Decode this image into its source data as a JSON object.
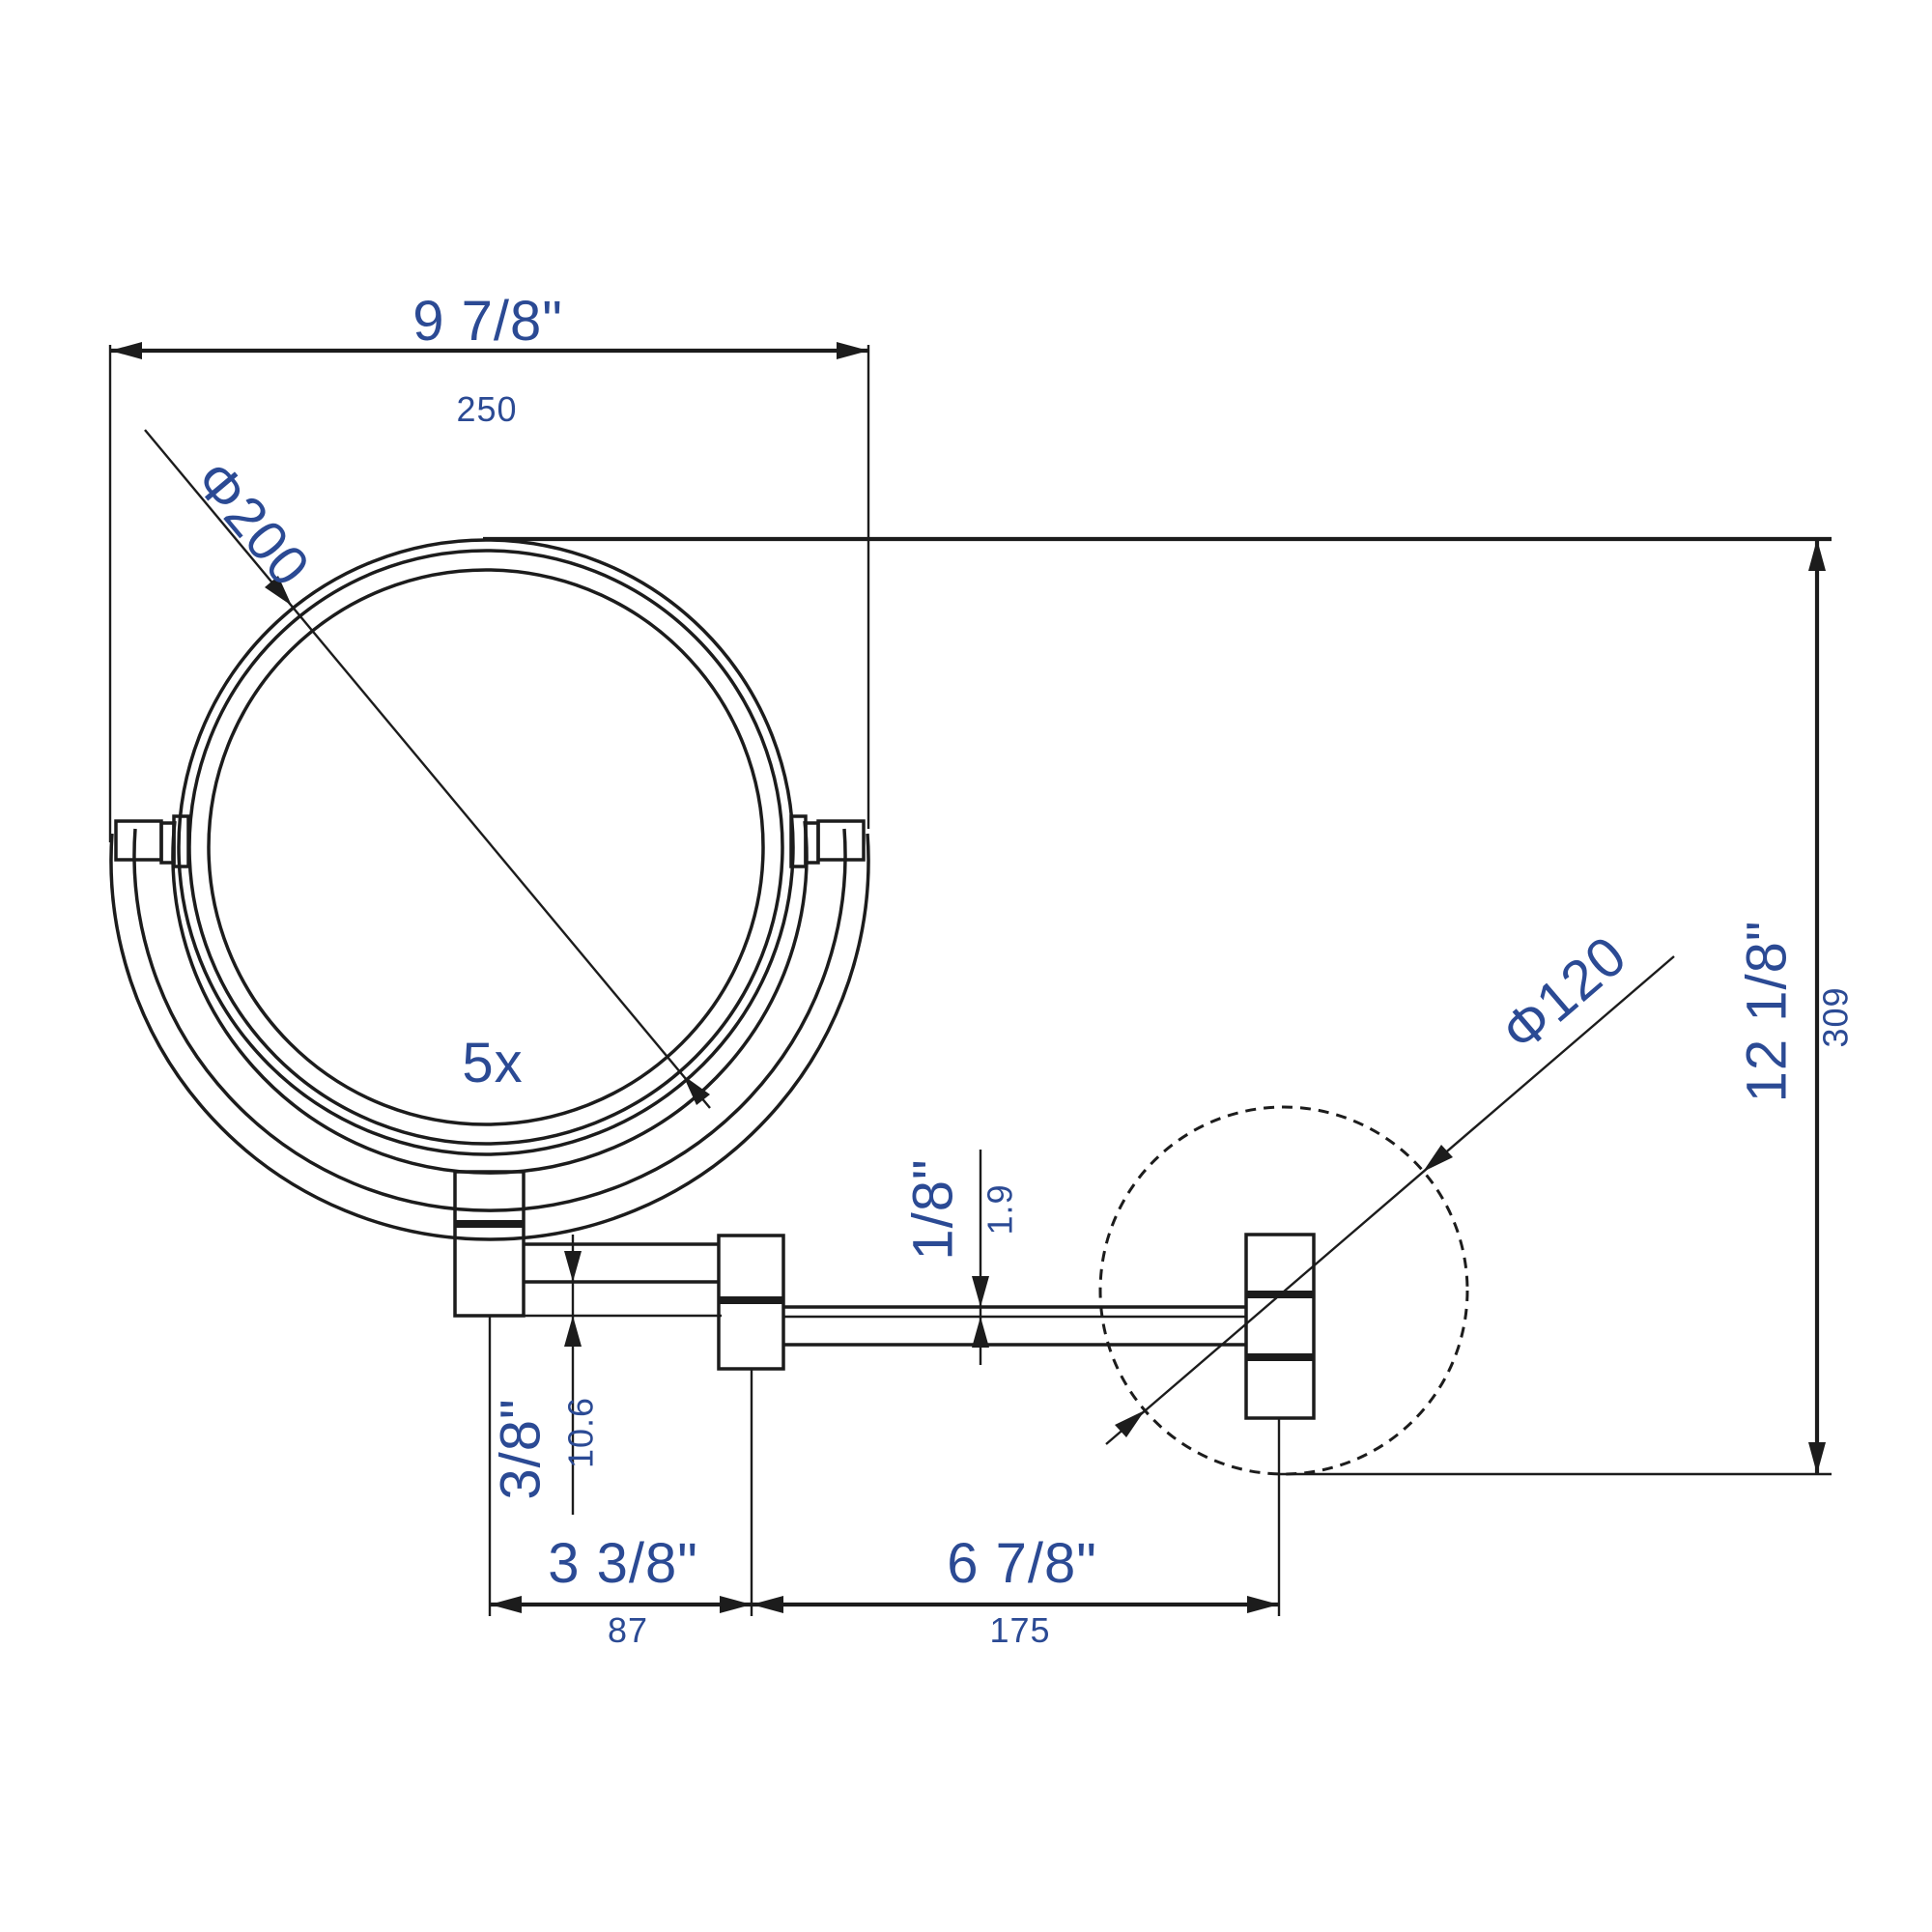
{
  "drawing": {
    "type": "technical-dimension-drawing",
    "subject": "wall-mounted swing-arm magnifying mirror, side profile with dimensions",
    "colors": {
      "background": "#ffffff",
      "line": "#1c1c1c",
      "dimension_text": "#2b4a94"
    },
    "dimensions": {
      "overall_width": {
        "inches": "9 7/8\"",
        "mm": "250"
      },
      "mirror_diameter": {
        "label": "Φ200"
      },
      "magnification": {
        "label": "5x"
      },
      "joint_drop": {
        "inches": "3/8\"",
        "mm": "10.6"
      },
      "arm_thickness": {
        "inches": "1/8\"",
        "mm": "1.9"
      },
      "first_arm_reach": {
        "inches": "3 3/8\"",
        "mm": "87"
      },
      "second_arm_reach": {
        "inches": "6 7/8\"",
        "mm": "175"
      },
      "overall_height": {
        "inches": "12 1/8\"",
        "mm": "309"
      },
      "wall_flange_diameter": {
        "label": "Φ120"
      }
    }
  }
}
